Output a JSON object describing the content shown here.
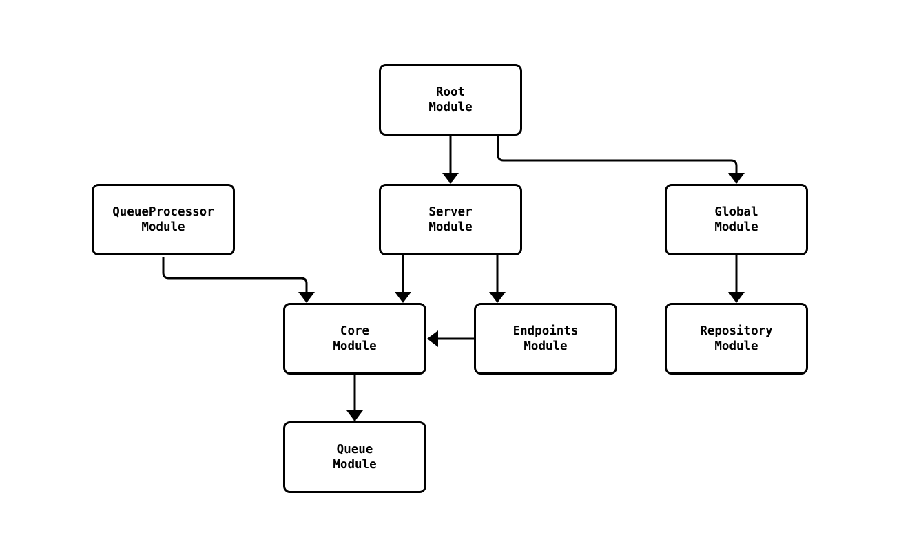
{
  "diagram": {
    "background_color": "#ffffff",
    "stroke_color": "#000000",
    "text_color": "#000000",
    "node_fill_color": "#ffffff",
    "nodes": [
      {
        "id": "root-module",
        "label": "Root\nModule"
      },
      {
        "id": "queueprocessor-module",
        "label": "QueueProcessor\nModule"
      },
      {
        "id": "server-module",
        "label": "Server\nModule"
      },
      {
        "id": "global-module",
        "label": "Global\nModule"
      },
      {
        "id": "core-module",
        "label": "Core\nModule"
      },
      {
        "id": "endpoints-module",
        "label": "Endpoints\nModule"
      },
      {
        "id": "repository-module",
        "label": "Repository\nModule"
      },
      {
        "id": "queue-module",
        "label": "Queue\nModule"
      }
    ],
    "edges": [
      {
        "from": "root-module",
        "to": "server-module"
      },
      {
        "from": "root-module",
        "to": "global-module"
      },
      {
        "from": "queueprocessor-module",
        "to": "core-module"
      },
      {
        "from": "server-module",
        "to": "core-module"
      },
      {
        "from": "server-module",
        "to": "endpoints-module"
      },
      {
        "from": "endpoints-module",
        "to": "core-module"
      },
      {
        "from": "global-module",
        "to": "repository-module"
      },
      {
        "from": "core-module",
        "to": "queue-module"
      }
    ]
  }
}
